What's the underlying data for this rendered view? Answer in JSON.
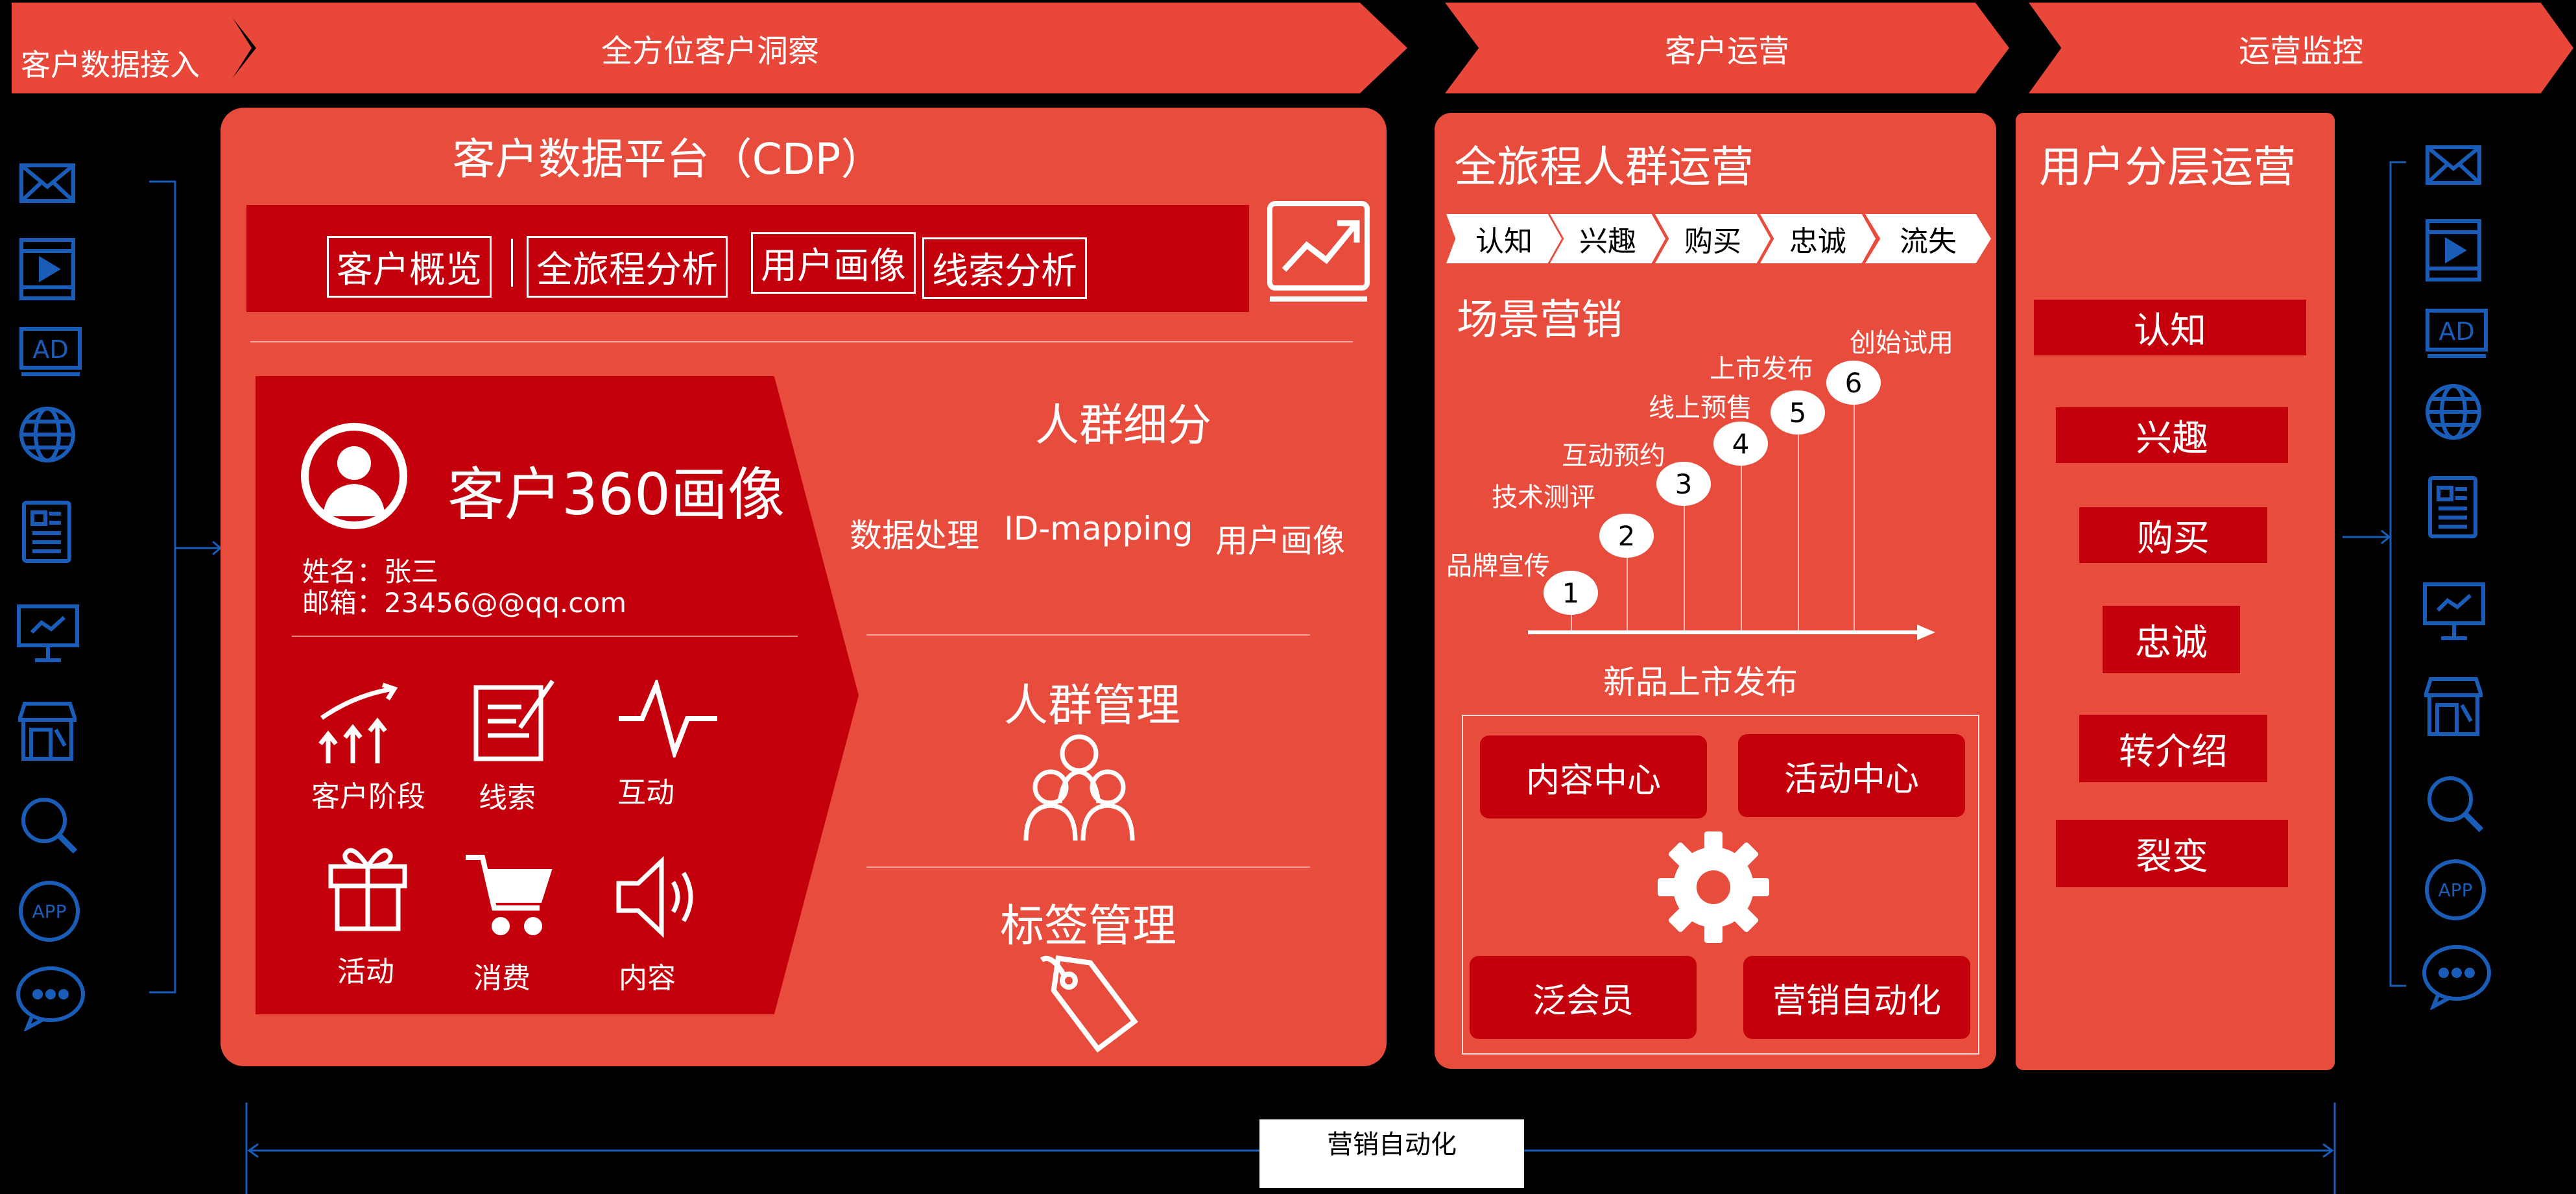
{
  "header": {
    "data_ingestion": "客户数据接入",
    "insight": "全方位客户洞察",
    "operations": "客户运营",
    "monitoring": "运营监控"
  },
  "cdp": {
    "title": "客户数据平台（CDP）",
    "tabs": [
      "客户概览",
      "全旅程分析",
      "用户画像",
      "线索分析"
    ],
    "profile": {
      "title": "客户360画像",
      "name_line": "姓名：张三",
      "email_line": "邮箱：23456@@qq.com",
      "items": [
        "客户阶段",
        "线索",
        "互动",
        "活动",
        "消费",
        "内容"
      ]
    },
    "segmentation": {
      "title": "人群细分",
      "items": [
        "数据处理",
        "ID-mapping",
        "用户画像"
      ]
    },
    "crowd_management": "人群管理",
    "tag_management": "标签管理"
  },
  "journey": {
    "title": "全旅程人群运营",
    "stages": [
      "认知",
      "兴趣",
      "购买",
      "忠诚",
      "流失"
    ],
    "scene_title": "场景营销",
    "steps": [
      {
        "num": "1",
        "label": "品牌宣传"
      },
      {
        "num": "2",
        "label": "技术测评"
      },
      {
        "num": "3",
        "label": "互动预约"
      },
      {
        "num": "4",
        "label": "线上预售"
      },
      {
        "num": "5",
        "label": "上市发布"
      },
      {
        "num": "6",
        "label": "创始试用"
      }
    ],
    "timeline_label": "新品上市发布",
    "hubs": [
      "内容中心",
      "活动中心",
      "泛会员",
      "营销自动化"
    ]
  },
  "layered": {
    "title": "用户分层运营",
    "levels": [
      "认知",
      "兴趣",
      "购买",
      "忠诚",
      "转介绍",
      "裂变"
    ]
  },
  "footer": {
    "label": "营销自动化"
  },
  "colors": {
    "panel": "#e84c3d",
    "dark_red": "#c3000b",
    "channel_blue": "#1a5db8"
  },
  "channel_icons": [
    "mail-icon",
    "video-icon",
    "ad-icon",
    "globe-icon",
    "document-icon",
    "monitor-icon",
    "store-icon",
    "search-icon",
    "app-icon",
    "chat-icon"
  ]
}
